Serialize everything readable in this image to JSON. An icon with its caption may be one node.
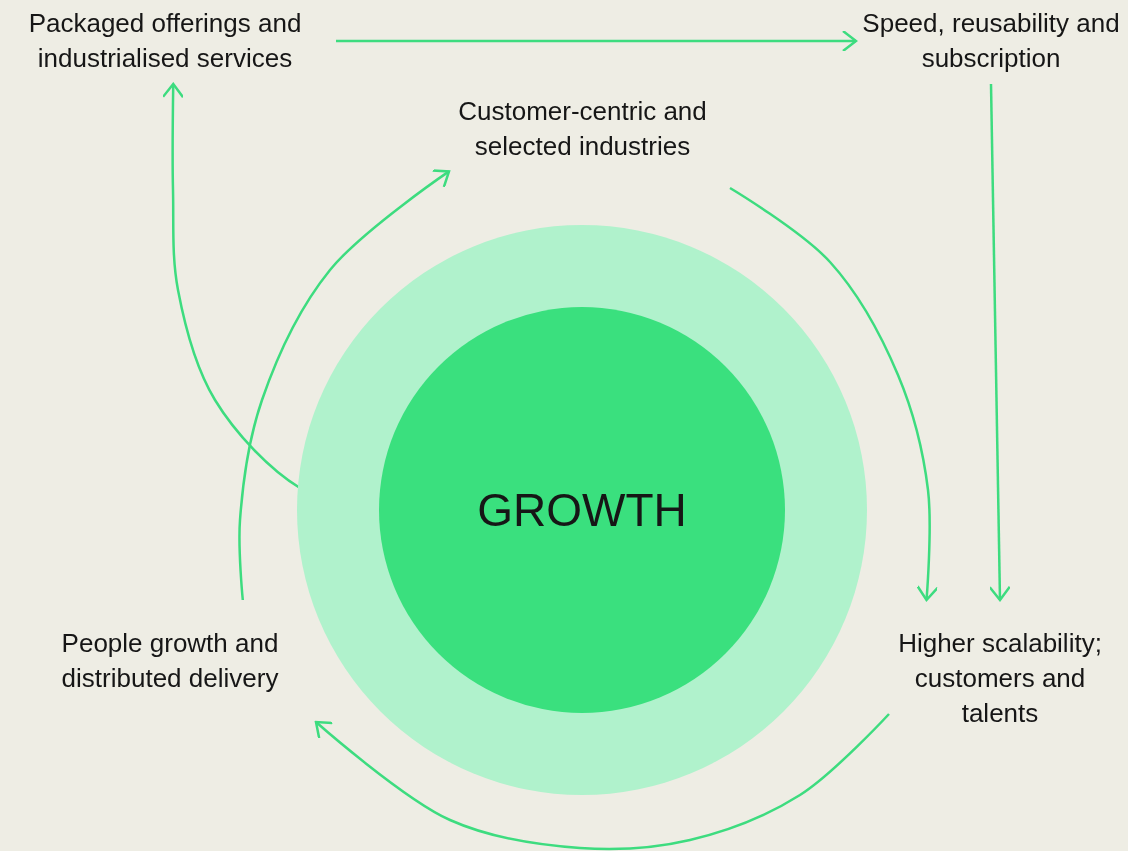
{
  "diagram": {
    "nodes": [
      {
        "text": [
          "Packaged offerings and industrialised services"
        ]
      },
      {
        "text": [
          "Speed, reusability and subscription"
        ]
      },
      {
        "text": [
          "Customer-centric and selected industries"
        ]
      },
      {
        "text": [],
        "shape": "circle"
      },
      {
        "text": [
          "GROWTH"
        ],
        "in": 3
      },
      {
        "text": [
          "People growth and distributed delivery"
        ]
      },
      {
        "text": [
          "Higher scalability; customers and talents"
        ]
      }
    ],
    "edges": [
      {
        "from": 0,
        "to": 1,
        "arrow": "to"
      },
      {
        "from": 1,
        "to": 6,
        "arrow": "to"
      },
      {
        "from": 4,
        "to": 0,
        "arrow": "to"
      },
      {
        "from": 2,
        "to": 6,
        "arrow": "to"
      },
      {
        "from": 6,
        "to": 5,
        "arrow": "to"
      },
      {
        "from": 5,
        "to": 2,
        "arrow": "to"
      }
    ]
  }
}
